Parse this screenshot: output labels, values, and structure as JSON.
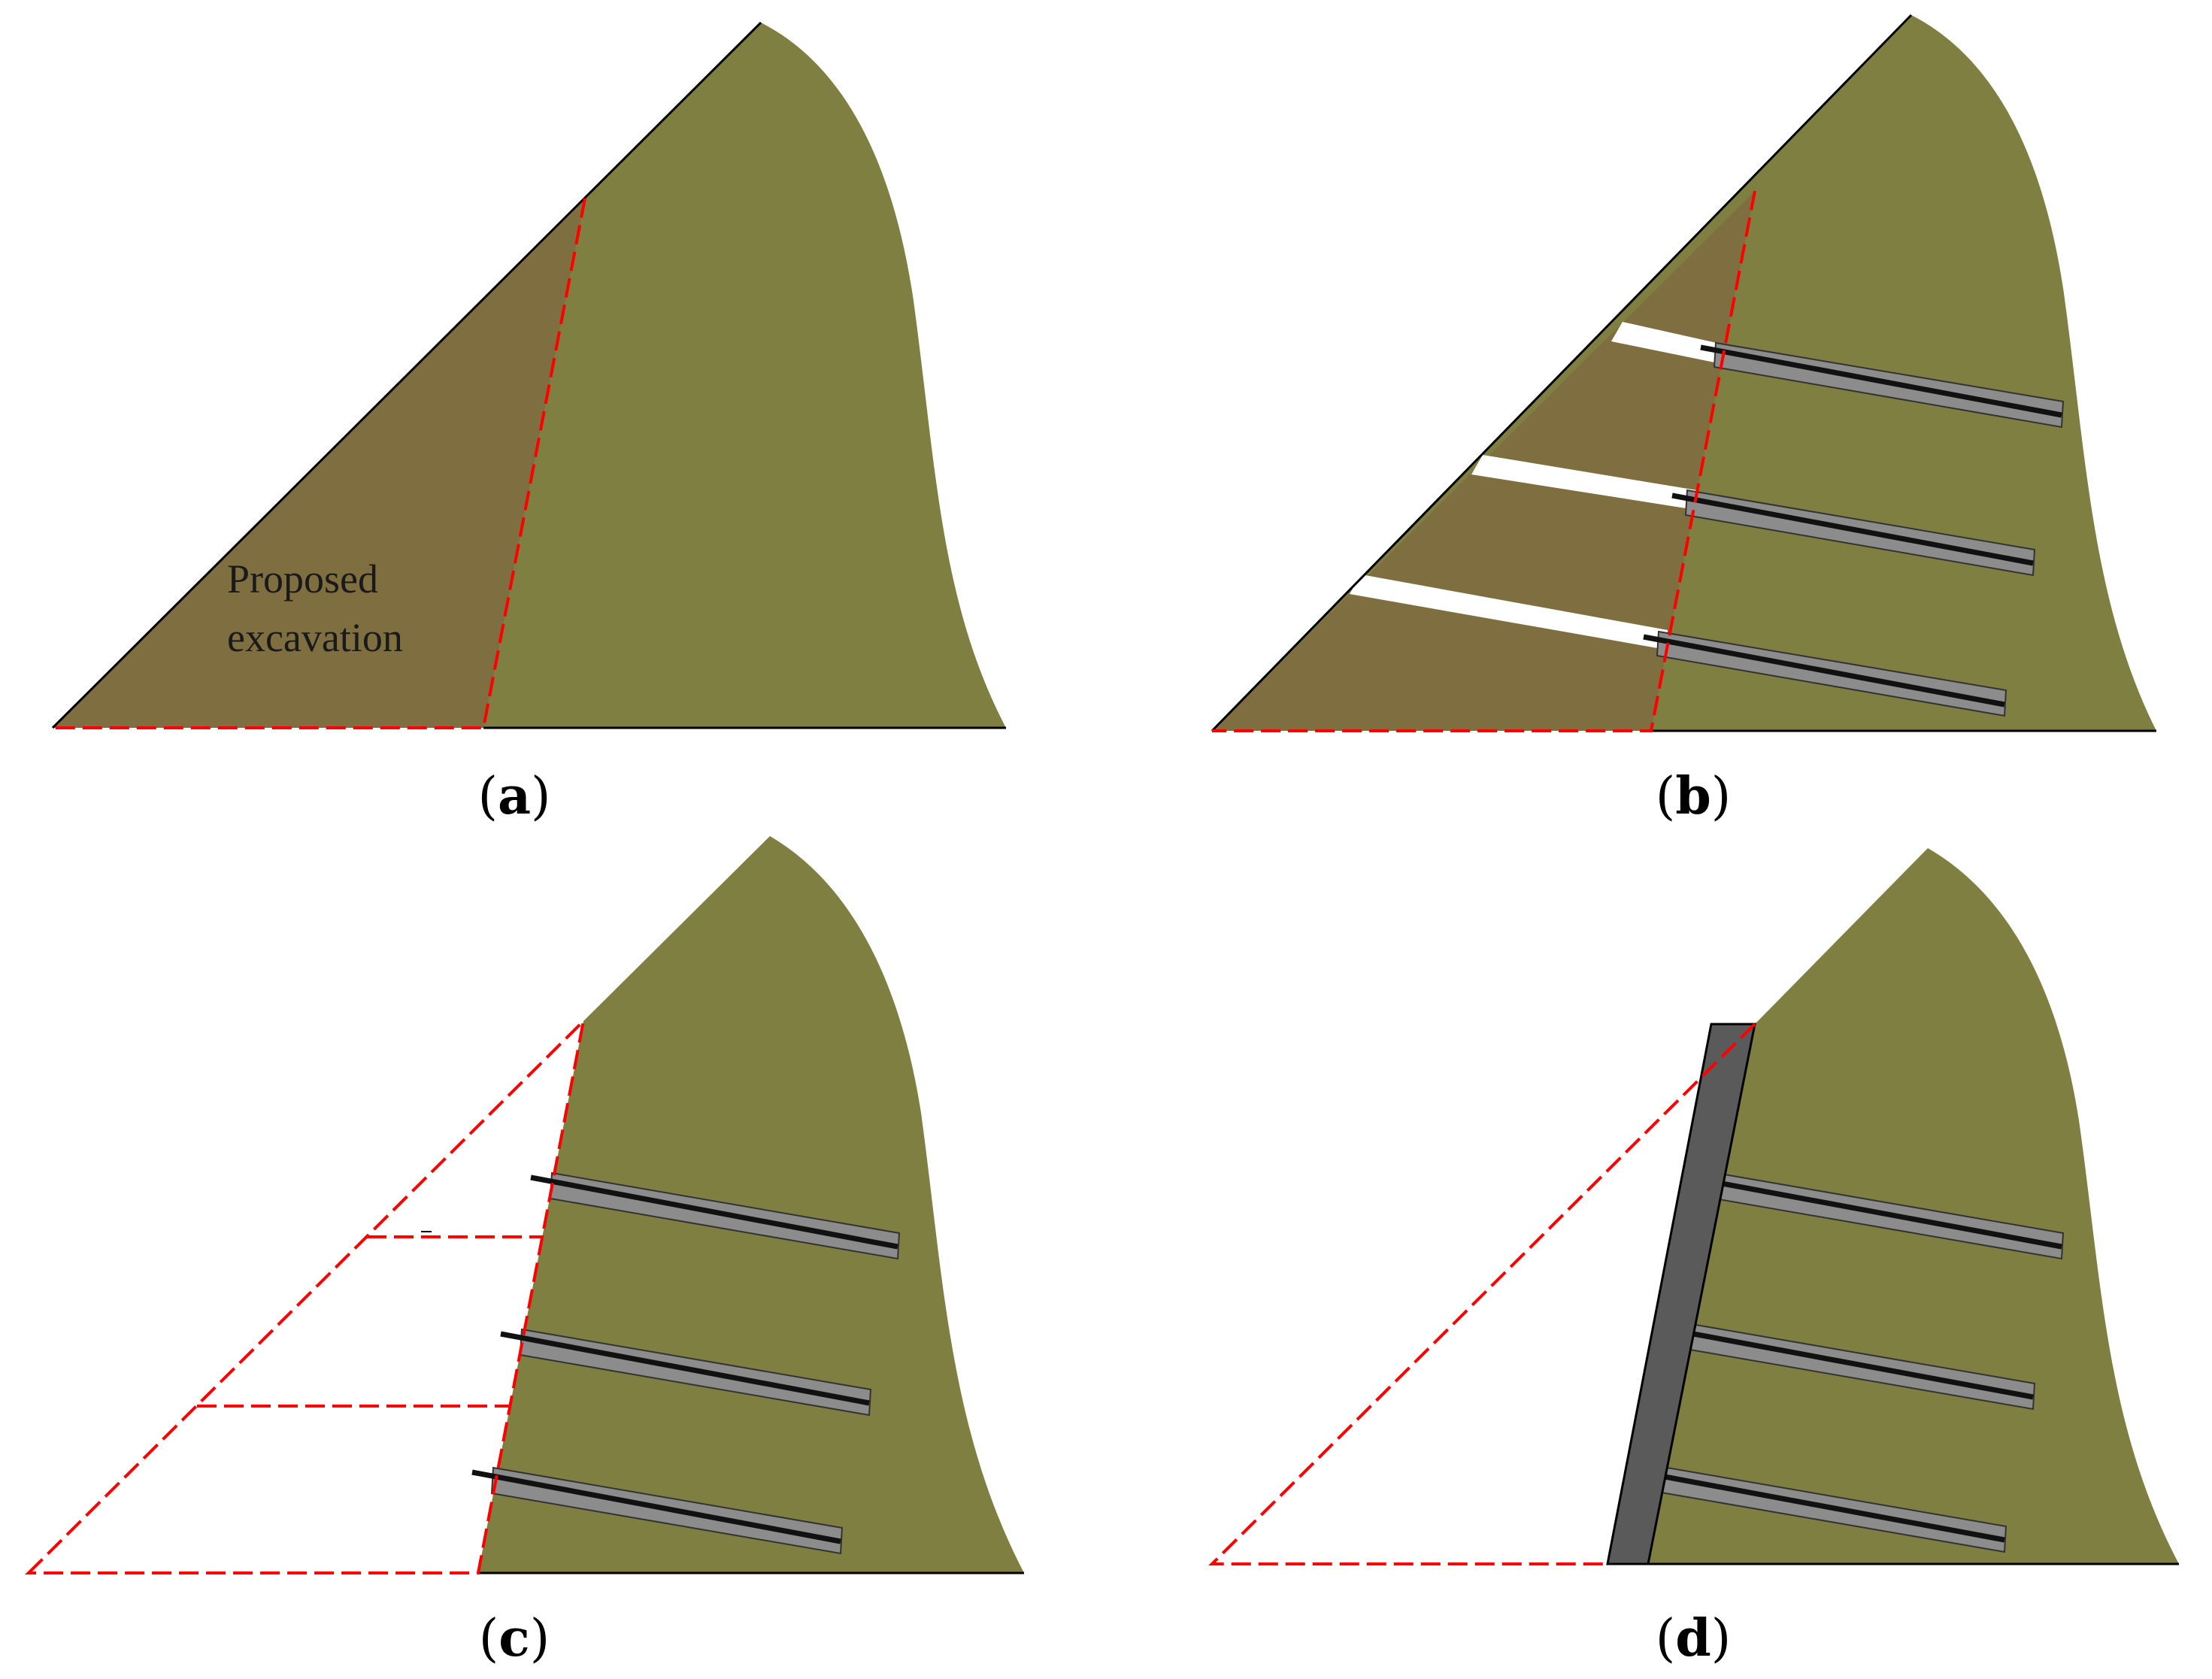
{
  "figure": {
    "panels": [
      {
        "id": "a",
        "caption": {
          "open": "(",
          "letter": "a",
          "close": ")"
        },
        "note_lines": [
          "Proposed",
          "excavation"
        ]
      },
      {
        "id": "b",
        "caption": {
          "open": "(",
          "letter": "b",
          "close": ")"
        }
      },
      {
        "id": "c",
        "caption": {
          "open": "(",
          "letter": "c",
          "close": ")"
        }
      },
      {
        "id": "d",
        "caption": {
          "open": "(",
          "letter": "d",
          "close": ")"
        }
      }
    ],
    "colors": {
      "soil": "#7f7f42",
      "excavation": "#7f6f40",
      "cut_line": "#ff0000",
      "nail": "#8c8c8c",
      "nail_core": "#111111",
      "facing": "#5a5a5a",
      "outline": "#000000"
    }
  }
}
